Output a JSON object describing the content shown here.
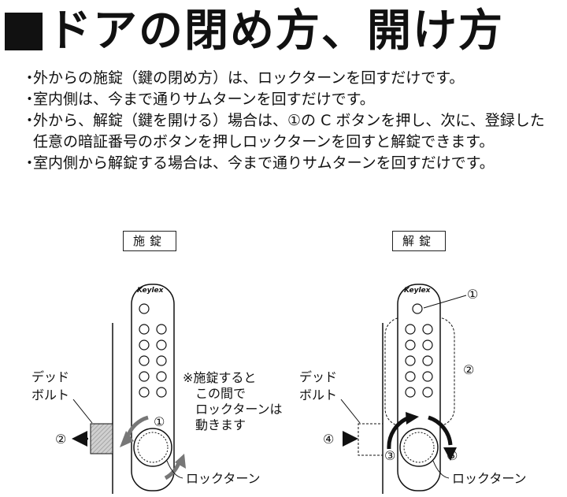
{
  "title": "ドアの閉め方、開け方",
  "bullets": [
    "外からの施錠（鍵の閉め方）は、ロックターンを回すだけです。",
    "室内側は、今まで通りサムターンを回すだけです。",
    "外から、解錠（鍵を開ける）場合は、①の C ボタンを押し、次に、登録した任意の暗証番号のボタンを押しロックターンを回すと解錠できます。",
    "室内側から解錠する場合は、今まで通りサムターンを回すだけです。"
  ],
  "bullet_mark": "・",
  "left_diagram": {
    "label": "施錠",
    "deadbolt_label_line1": "デッド",
    "deadbolt_label_line2": "ボルト",
    "arrow_marker": "②",
    "button_marker": "①",
    "note_line1": "※施錠すると",
    "note_line2": "この間で",
    "note_line3": "ロックターンは",
    "note_line4": "動きます",
    "lockturn_label": "ロックターン"
  },
  "right_diagram": {
    "label": "解錠",
    "deadbolt_label_line1": "デッド",
    "deadbolt_label_line2": "ボルト",
    "marker_1": "①",
    "marker_2": "②",
    "marker_3": "③",
    "marker_4": "④",
    "marker_5": "⑤",
    "lockturn_label": "ロックターン"
  },
  "brand_logo": "Keylex",
  "colors": {
    "ink": "#111111",
    "arrow_gray": "#777777",
    "bolt_fill": "#bfbfbf"
  }
}
